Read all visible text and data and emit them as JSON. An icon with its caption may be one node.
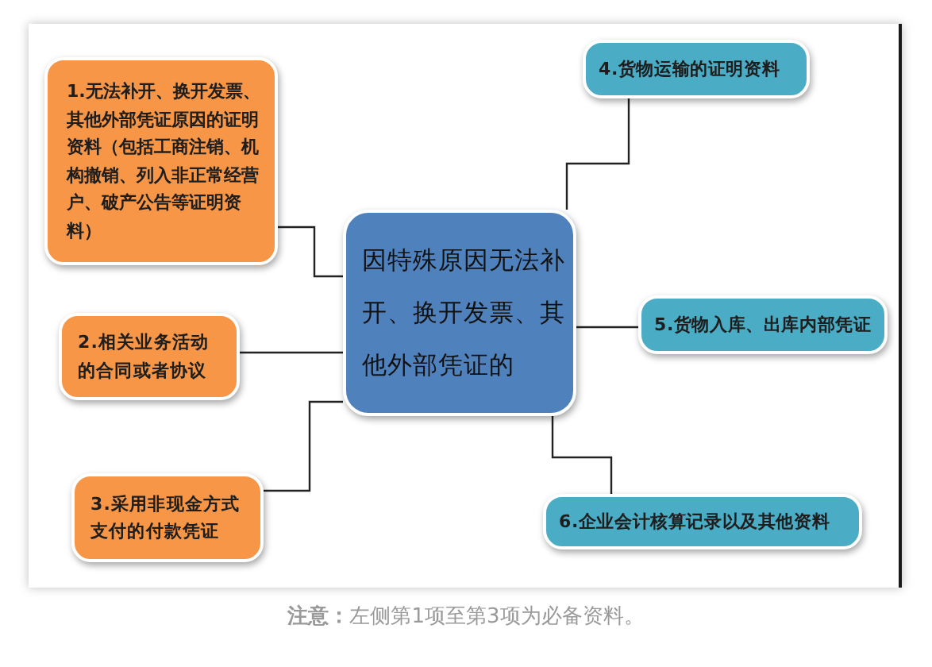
{
  "diagram": {
    "caption": "**注意：**左侧第1项至第3项为必备资料。",
    "nodes": [
      {
        "text": [
          "因特殊原因无法补开、换开发票、其他外部凭证的"
        ]
      },
      {
        "text": [
          "1.无法补开、换开发票、其他外部凭证原因的证明资料（包括工商注销、机构撤销、列入非正常经营户、破产公告等证明资料）"
        ]
      },
      {
        "text": [
          "2.相关业务活动的合同或者协议"
        ]
      },
      {
        "text": [
          "3.采用非现金方式支付的付款凭证"
        ]
      },
      {
        "text": [
          "4.货物运输的证明资料"
        ]
      },
      {
        "text": [
          "5.货物入库、出库内部凭证"
        ]
      },
      {
        "text": [
          "6.企业会计核算记录以及其他资料"
        ]
      }
    ],
    "edges": [
      {
        "from": 0,
        "to": 1,
        "arrow": "none"
      },
      {
        "from": 0,
        "to": 2,
        "arrow": "none"
      },
      {
        "from": 0,
        "to": 3,
        "arrow": "none"
      },
      {
        "from": 0,
        "to": 4,
        "arrow": "none"
      },
      {
        "from": 0,
        "to": 5,
        "arrow": "none"
      },
      {
        "from": 0,
        "to": 6,
        "arrow": "none"
      }
    ]
  }
}
